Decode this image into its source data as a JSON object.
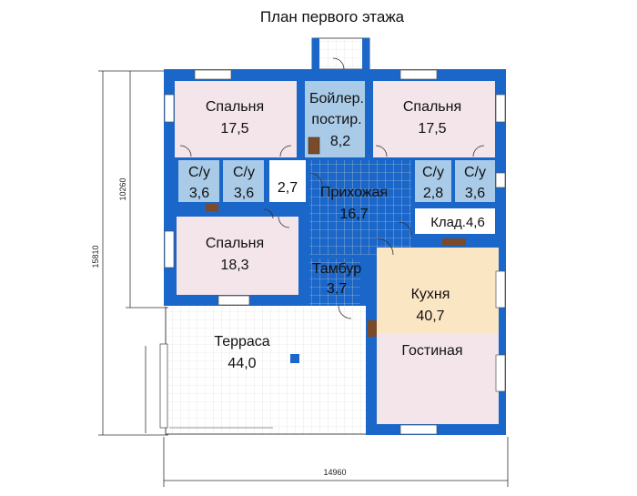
{
  "title": "План первого этажа",
  "colors": {
    "wall": "#1a66c9",
    "bedroom": "#f3e5ea",
    "bath": "#a9cbe8",
    "hall": "#ffffff",
    "kitchen": "#fbe6c4",
    "living": "#f3e5ea",
    "terrace": "#ffffff"
  },
  "rooms": {
    "bedroom1": {
      "name": "Спальня",
      "area": "17,5"
    },
    "boiler": {
      "name1": "Бойлер.",
      "name2": "постир.",
      "area": "8,2"
    },
    "bedroom2": {
      "name": "Спальня",
      "area": "17,5"
    },
    "wc1": {
      "name": "С/у",
      "area": "3,6"
    },
    "wc2": {
      "name": "С/у",
      "area": "3,6"
    },
    "closet": {
      "area": "2,7"
    },
    "hall": {
      "name": "Прихожая",
      "area": "16,7"
    },
    "wc3": {
      "name": "С/у",
      "area": "2,8"
    },
    "wc4": {
      "name": "С/у",
      "area": "3,6"
    },
    "storage": {
      "label": "Клад.4,6"
    },
    "bedroom3": {
      "name": "Спальня",
      "area": "18,3"
    },
    "vestibule": {
      "name": "Тамбур",
      "area": "3,7"
    },
    "kitchen": {
      "name": "Кухня",
      "area": "40,7"
    },
    "living": {
      "name": "Гостиная"
    },
    "terrace": {
      "name": "Терраса",
      "area": "44,0"
    }
  },
  "dimensions": {
    "total_width": "14960",
    "total_height": "15810",
    "partial_height": "10260"
  }
}
